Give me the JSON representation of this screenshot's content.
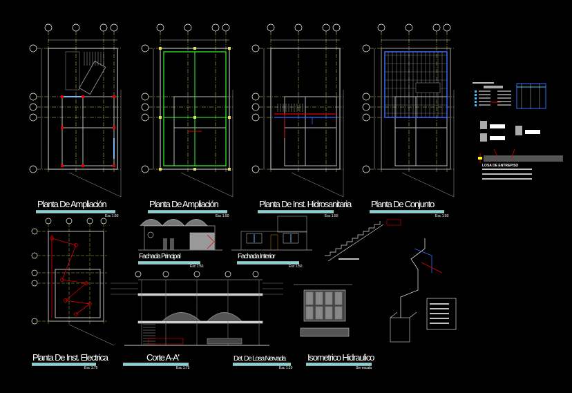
{
  "drawings": {
    "plan1": {
      "title": "Planta De Ampliación",
      "scale": "Esc 1:50"
    },
    "plan2": {
      "title": "Planta De Ampliación",
      "scale": "Esc 1:50"
    },
    "plan3": {
      "title": "Planta De Inst. Hidrosanitaria",
      "scale": "Esc 1:50"
    },
    "plan4": {
      "title": "Planta De Conjunto",
      "scale": "Esc 1:50"
    },
    "facade1": {
      "title": "Fachada Principal",
      "scale": "Esc 1:50"
    },
    "facade2": {
      "title": "Fachada Interior",
      "scale": "Esc 1:50"
    },
    "electric": {
      "title": "Planta De Inst. Electrica",
      "scale": "Esc 1:75"
    },
    "section": {
      "title": "Corte A-A'",
      "scale": "Esc 1:75"
    },
    "slab": {
      "title": "Det. De Losa Nervada",
      "scale": "Esc 1:10"
    },
    "isometric": {
      "title": "Isometrico Hidraulico",
      "scale": "Sin escala"
    }
  },
  "legend": {
    "slab_title": "LOSA DE ENTREPISO"
  },
  "colors": {
    "background": "#000000",
    "accent_cyan": "#7fd6d6",
    "wall_red": "#e00000",
    "window_blue": "#7ab8f0",
    "axis_yellow": "#e0e060"
  }
}
